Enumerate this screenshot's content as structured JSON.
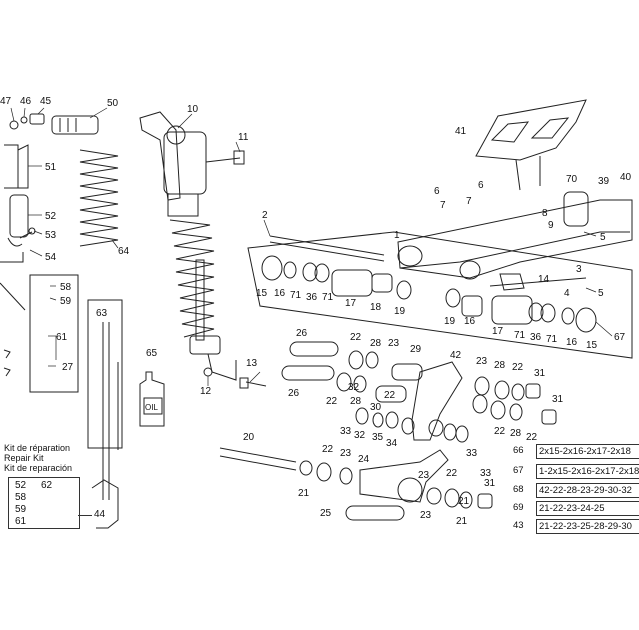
{
  "callouts": [
    "47",
    "46",
    "45",
    "50",
    "10",
    "11",
    "41",
    "51",
    "52",
    "53",
    "54",
    "64",
    "2",
    "6",
    "7",
    "6",
    "7",
    "70",
    "39",
    "40",
    "1",
    "5",
    "58",
    "59",
    "61",
    "27",
    "63",
    "15",
    "16",
    "71",
    "36",
    "71",
    "17",
    "18",
    "19",
    "19",
    "16",
    "17",
    "71",
    "36",
    "71",
    "16",
    "15",
    "67",
    "14",
    "3",
    "5",
    "65",
    "12",
    "13",
    "26",
    "22",
    "28",
    "23",
    "29",
    "42",
    "23",
    "28",
    "22",
    "31",
    "26",
    "22",
    "32",
    "28",
    "30",
    "22",
    "31",
    "32",
    "35",
    "34",
    "33",
    "33",
    "22",
    "28",
    "22",
    "20",
    "22",
    "23",
    "24",
    "22",
    "33",
    "21",
    "23",
    "21",
    "31",
    "25",
    "23",
    "21",
    "8",
    "9",
    "4",
    "62",
    "61",
    "4"
  ],
  "kit": {
    "title_fr": "Kit de réparation",
    "title_en": "Repair Kit",
    "title_es": "Kit de reparación",
    "items": [
      "52",
      "58",
      "59",
      "61",
      "62"
    ],
    "ref": "44"
  },
  "legend": [
    {
      "ref": "66",
      "parts": "2x15-2x16-2x17-2x18"
    },
    {
      "ref": "67",
      "parts": "1-2x15-2x16-2x17-2x18"
    },
    {
      "ref": "68",
      "parts": "42-22-28-23-29-30-32"
    },
    {
      "ref": "69",
      "parts": "21-22-23-24-25"
    },
    {
      "ref": "43",
      "parts": "21-22-23-25-28-29-30"
    }
  ],
  "oil_label": "OIL",
  "colors": {
    "line": "#222222",
    "background": "#ffffff"
  }
}
